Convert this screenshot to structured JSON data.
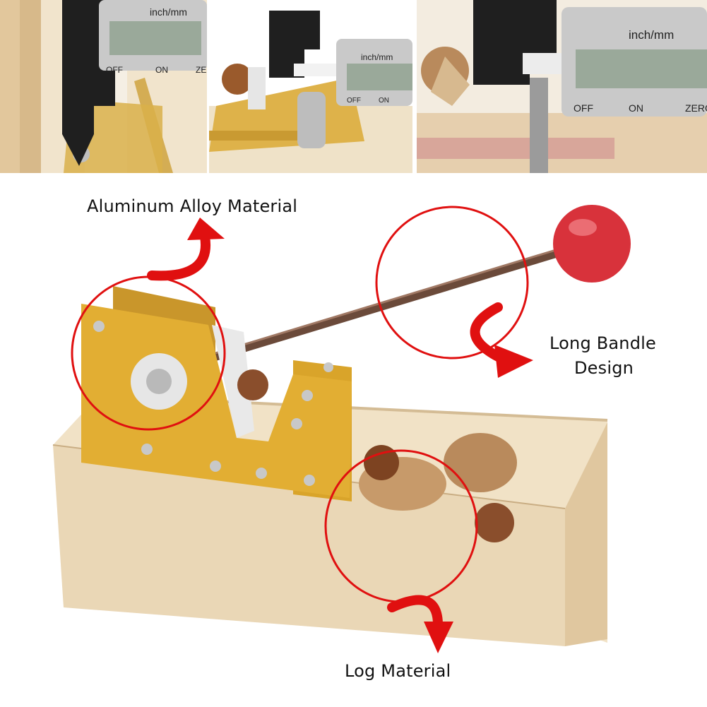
{
  "callouts": {
    "aluminum": "Aluminum Alloy Material",
    "handle_line1": "Long Bandle",
    "handle_line2": "Design",
    "log": "Log Material"
  },
  "caliper": {
    "unit_label": "inch/mm",
    "off_label": "OFF",
    "on_label": "ON",
    "zero_label_cut": "ZE",
    "zero_label_cut2": "ZERO"
  },
  "colors": {
    "callout_red": "#e01010",
    "brass": "#d9a42a",
    "wood": "#ead7b6",
    "knob": "#d8323b"
  },
  "icons": [
    "curved-arrow-icon"
  ]
}
